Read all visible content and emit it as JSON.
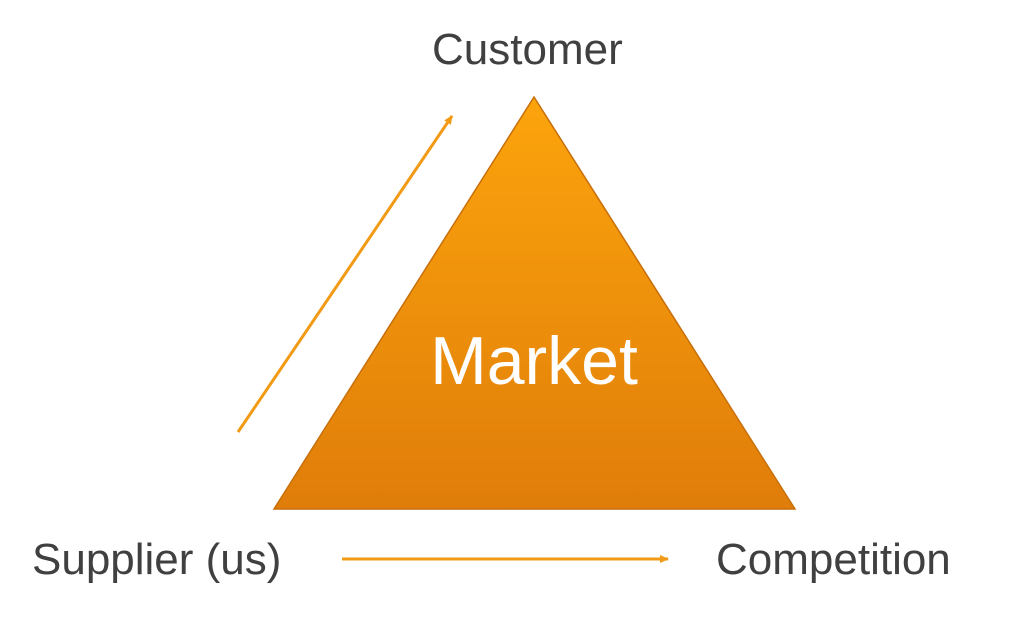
{
  "diagram": {
    "apex_label": "Customer",
    "left_label": "Supplier (us)",
    "right_label": "Competition",
    "center_label": "Market",
    "colors": {
      "triangle_top": "#fca40c",
      "triangle_bottom": "#e07d0a",
      "triangle_edge": "#c76f0a",
      "arrow": "#f29a14",
      "text": "#404040",
      "center_text": "#ffffff"
    },
    "arrows": [
      {
        "from": "Supplier (us)",
        "to": "Customer"
      },
      {
        "from": "Supplier (us)",
        "to": "Competition"
      }
    ]
  }
}
